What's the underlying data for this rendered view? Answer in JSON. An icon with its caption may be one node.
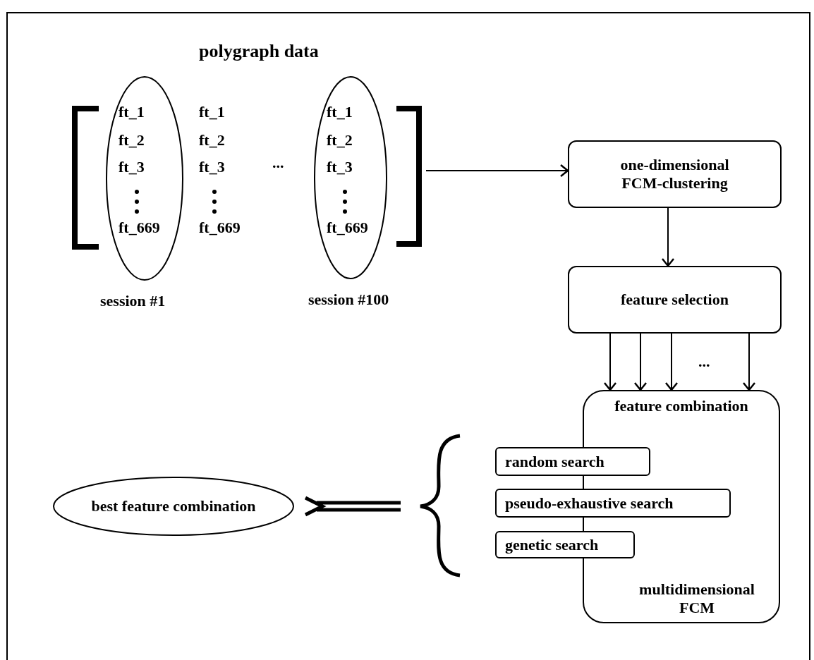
{
  "diagram": {
    "nodes": [
      {
        "text": [
          "polygraph data"
        ]
      },
      {
        "text": [
          "ft_1",
          "ft_2",
          "ft_3",
          "ft_669"
        ],
        "in": 0,
        "beside": [
          "session #1"
        ]
      },
      {
        "text": [
          "ft_1",
          "ft_2",
          "ft_3",
          "ft_669"
        ],
        "in": 0,
        "beside": [
          "session #100"
        ]
      },
      {
        "text": [
          "one-dimensional FCM-clustering"
        ]
      },
      {
        "text": [
          "feature selection"
        ]
      },
      {
        "text": [
          "feature combination",
          "multidimensional FCM"
        ]
      },
      {
        "text": [
          "random search"
        ]
      },
      {
        "text": [
          "pseudo-exhaustive search"
        ]
      },
      {
        "text": [
          "genetic search"
        ]
      },
      {
        "text": [
          "best feature combination"
        ]
      }
    ],
    "edges": [
      {
        "from": 0,
        "to": 3,
        "arrow": "to"
      },
      {
        "from": 3,
        "to": 4,
        "arrow": "to"
      },
      {
        "from": 4,
        "to": 5,
        "arrow": "to"
      },
      {
        "from": 4,
        "to": 5,
        "arrow": "to"
      },
      {
        "from": 4,
        "to": 5,
        "arrow": "to"
      },
      {
        "from": 4,
        "to": 5,
        "arrow": "to"
      },
      {
        "from": null,
        "to": 9,
        "arrow": "to",
        "style": "thick"
      }
    ],
    "labels": [
      "ft_1",
      "ft_2",
      "ft_3",
      "ft_669",
      "...",
      "..."
    ]
  }
}
